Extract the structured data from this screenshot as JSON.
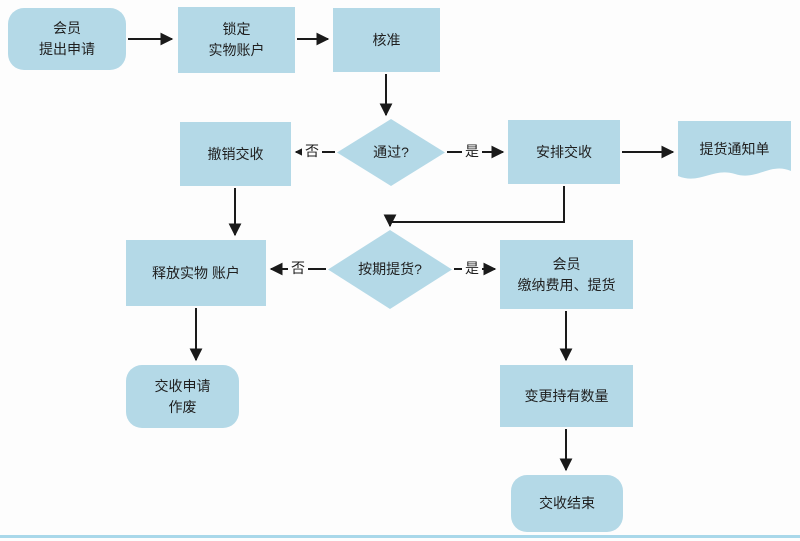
{
  "diagram": {
    "name": "physical-delivery-settlement-flowchart",
    "colors": {
      "node_fill": "#b4d9e7",
      "arrow": "#1a1a1a",
      "text": "#1f1f1f",
      "bottom_rule": "#a9d8ea",
      "background": "#fdfdfd"
    },
    "nodes": {
      "member_apply": {
        "shape": "rounded",
        "label": "会员\n提出申请"
      },
      "lock_account": {
        "shape": "rect",
        "label": "锁定\n实物账户"
      },
      "approve": {
        "shape": "rect",
        "label": "核准"
      },
      "pass_decision": {
        "shape": "diamond",
        "label": "通过?"
      },
      "cancel_delivery": {
        "shape": "rect",
        "label": "撤销交收"
      },
      "arrange_delivery": {
        "shape": "rect",
        "label": "安排交收"
      },
      "pickup_notice": {
        "shape": "document",
        "label": "提货通知单"
      },
      "release_account": {
        "shape": "rect",
        "label": "释放实物 账户"
      },
      "ontime_decision": {
        "shape": "diamond",
        "label": "按期提货?"
      },
      "member_pay": {
        "shape": "rect",
        "label": "会员\n缴纳费用、提货"
      },
      "application_void": {
        "shape": "rounded",
        "label": "交收申请\n作废"
      },
      "change_quantity": {
        "shape": "rect",
        "label": "变更持有数量"
      },
      "delivery_end": {
        "shape": "rounded",
        "label": "交收结束"
      }
    },
    "edge_labels": {
      "pass_no": "否",
      "pass_yes": "是",
      "ontime_no": "否",
      "ontime_yes": "是"
    }
  }
}
